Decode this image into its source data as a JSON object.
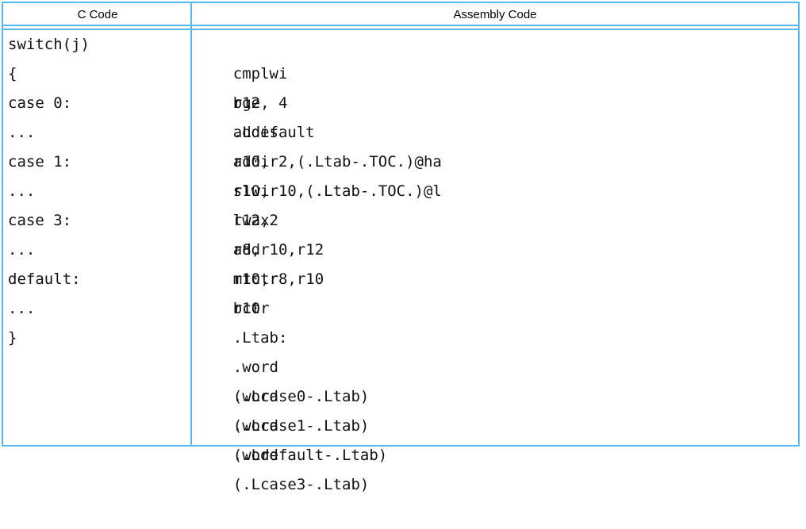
{
  "colors": {
    "border": "#57b7f0",
    "text": "#121212"
  },
  "table": {
    "headers": {
      "c": "C Code",
      "asm": "Assembly Code"
    },
    "c_lines": [
      "switch(j)",
      "{",
      "case 0:",
      "...",
      "case 1:",
      "...",
      "case 3:",
      "...",
      "default:",
      "...",
      "}"
    ],
    "asm_lines": [
      {
        "mnemonic": "cmplwi",
        "operands": "r12, 4"
      },
      {
        "mnemonic": "bge",
        "operands": ".Ldefault"
      },
      {
        "mnemonic": "addis",
        "operands": "r10,r2,(.Ltab-.TOC.)@ha"
      },
      {
        "mnemonic": "addi",
        "operands": "r10,r10,(.Ltab-.TOC.)@l"
      },
      {
        "mnemonic": "slwi",
        "operands": "r12,2"
      },
      {
        "mnemonic": "lwax",
        "operands": "r8,r10,r12"
      },
      {
        "mnemonic": "add",
        "operands": "r10,r8,r10"
      },
      {
        "mnemonic": "mtctr",
        "operands": "r10"
      },
      {
        "mnemonic": "bctr",
        "operands": ""
      },
      {
        "mnemonic": ".Ltab:",
        "operands": ""
      },
      {
        "mnemonic": ".word",
        "operands": "(.Lcase0-.Ltab)"
      },
      {
        "mnemonic": ".word",
        "operands": "(.Lcase1-.Ltab)"
      },
      {
        "mnemonic": ".word",
        "operands": "(.Ldefault-.Ltab)"
      },
      {
        "mnemonic": ".word",
        "operands": "(.Lcase3-.Ltab)"
      }
    ]
  }
}
